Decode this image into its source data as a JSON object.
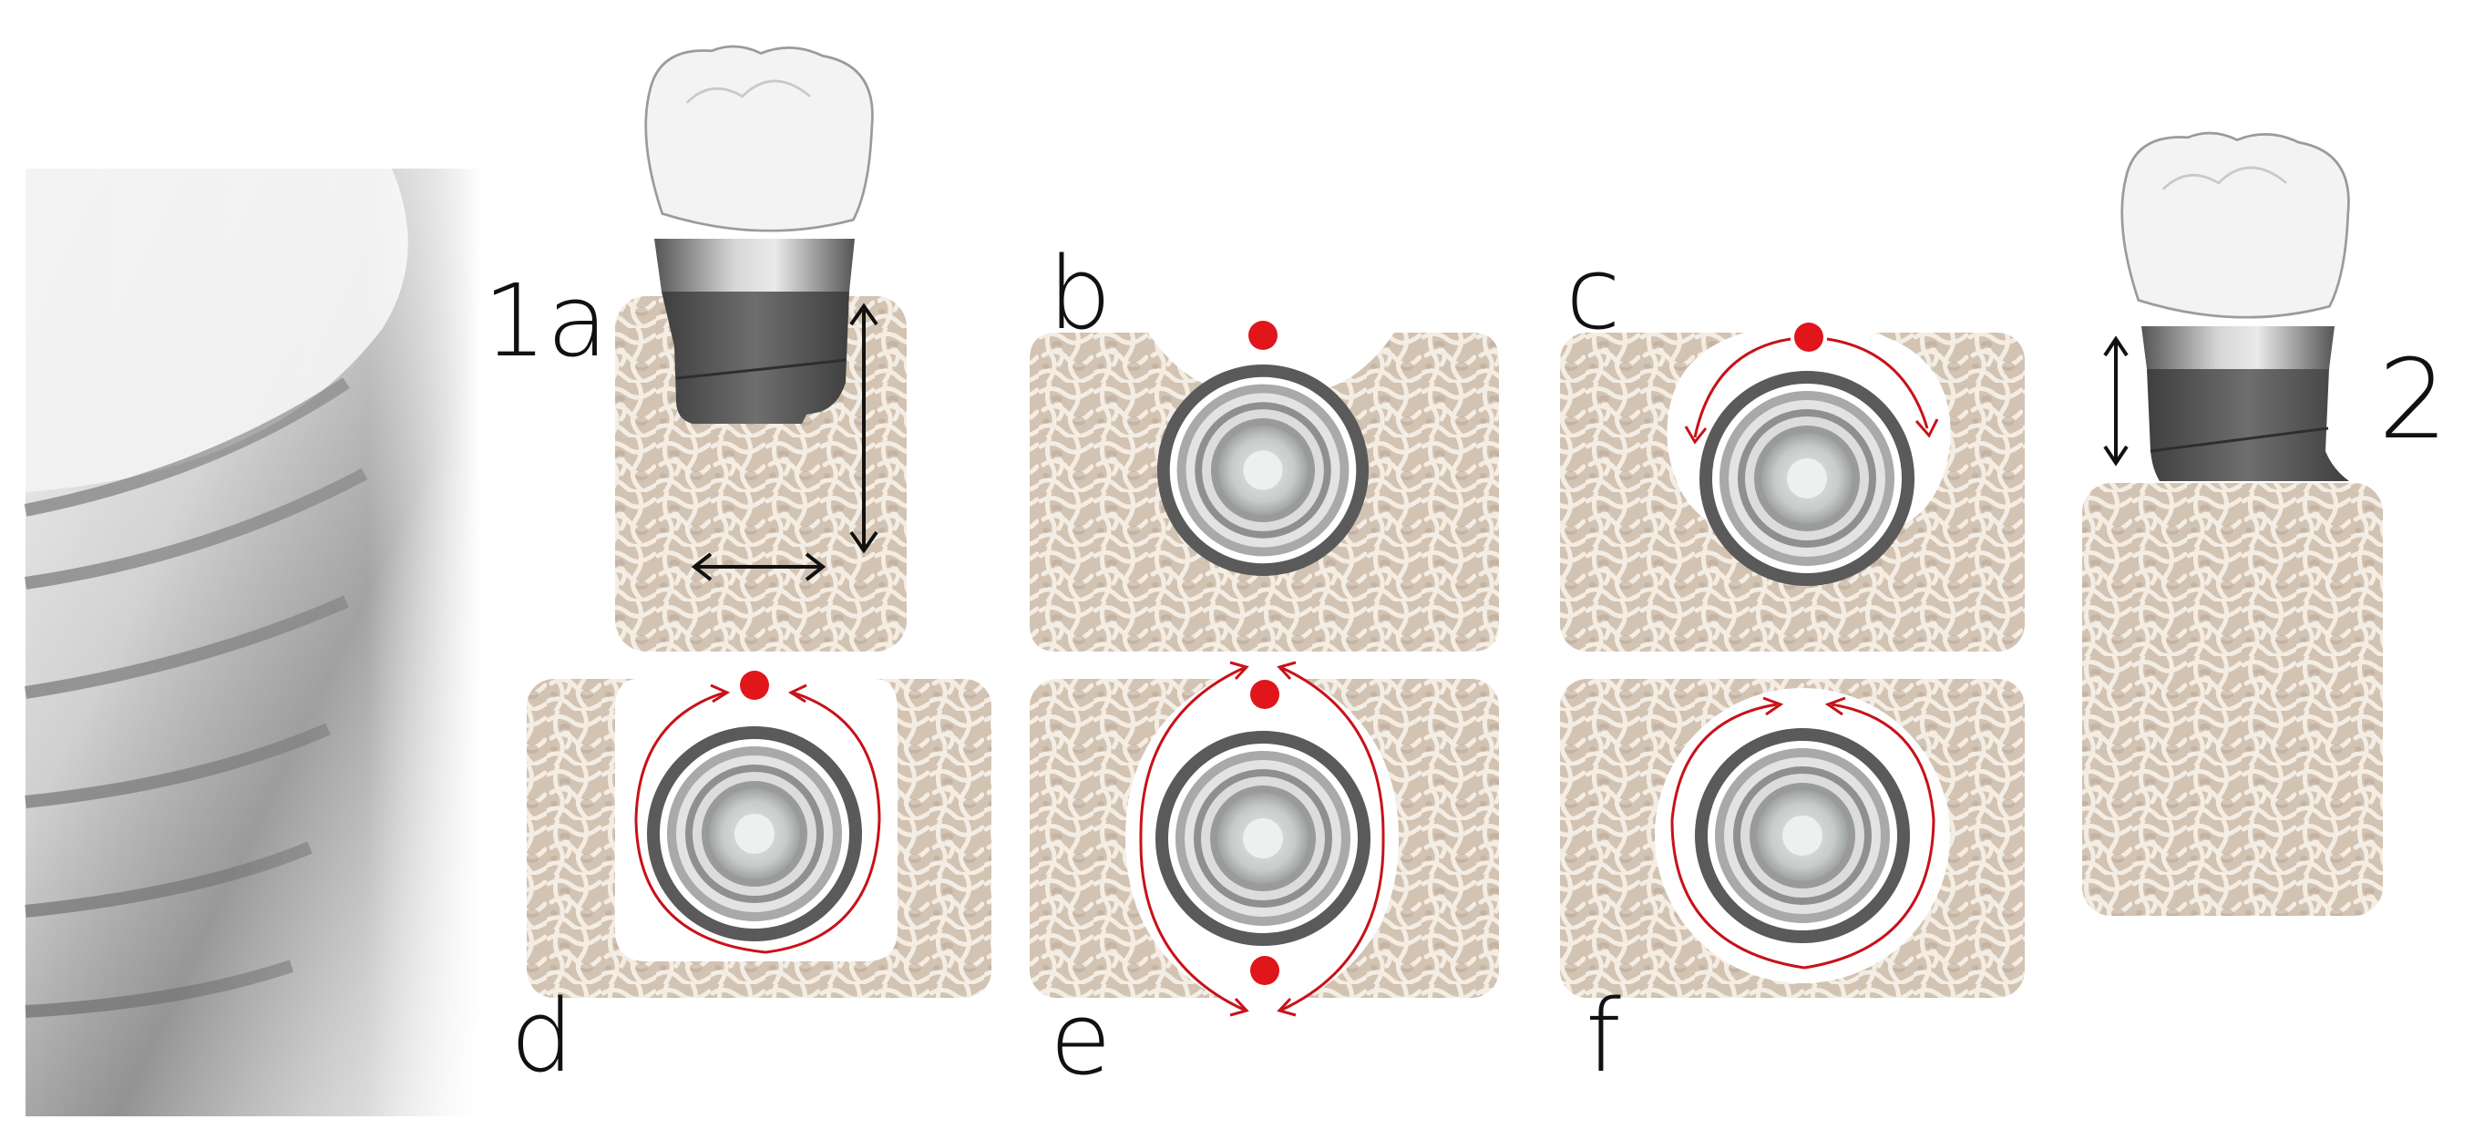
{
  "labels": {
    "1a": "1a",
    "b": "b",
    "c": "c",
    "d": "d",
    "e": "e",
    "f": "f",
    "2": "2"
  },
  "colors": {
    "bone": "#d9cdbf",
    "bone_trabecula": "#f3ece3",
    "implant_dark": "#5b5b5b",
    "implant_ring_light": "#c9c9c9",
    "crown": "#f2f2f2",
    "defect_marker": "#e0161b",
    "arrow_red": "#c7121a",
    "arrow_black": "#111111"
  },
  "icons": {
    "photo": "peri-implant-photo-icon",
    "crown": "tooth-crown-icon",
    "implant_top": "implant-top-view-icon",
    "marker": "red-dot-icon"
  }
}
